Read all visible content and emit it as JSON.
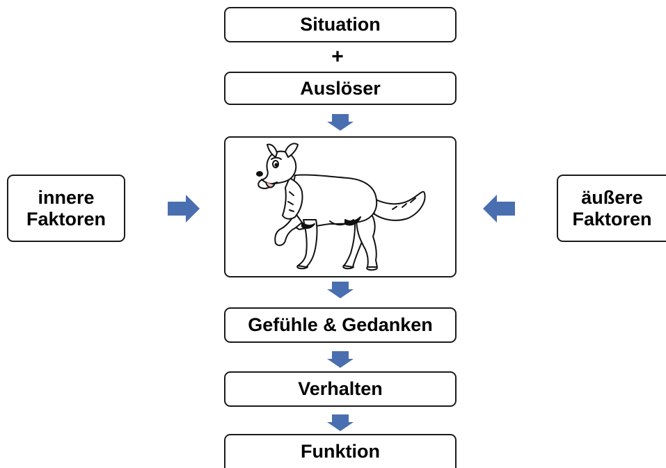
{
  "colors": {
    "arrow": "#4a6fb0",
    "box_border": "#1a1a1a",
    "text": "#000000"
  },
  "flow": {
    "situation": "Situation",
    "plus": "+",
    "trigger": "Auslöser",
    "feelings_thoughts": "Gefühle & Gedanken",
    "behavior": "Verhalten",
    "function": "Funktion"
  },
  "factors": {
    "inner_line1": "innere",
    "inner_line2": "Faktoren",
    "outer_line1": "äußere",
    "outer_line2": "Faktoren"
  },
  "center_image": {
    "subject": "cartoon-dog-walking"
  }
}
